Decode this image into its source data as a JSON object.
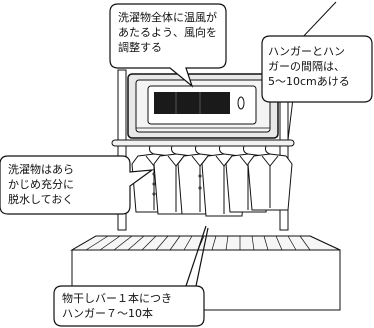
{
  "callouts": {
    "airflow": "洗濯物全体に温風が\nあたるよう、風向を\n調整する",
    "spacing": "ハンガーとハン\nガーの間隔は、\n5～10cmあける",
    "dehydrate": "洗濯物はあら\nかじめ充分に\n脱水しておく",
    "count": "物干しバー１本につき\nハンガー７～10本"
  },
  "colors": {
    "line": "#111111",
    "callout_fill": "#ffffff",
    "unit_grey": "#e8e8e8",
    "display_dark": "#1a1a1a"
  }
}
